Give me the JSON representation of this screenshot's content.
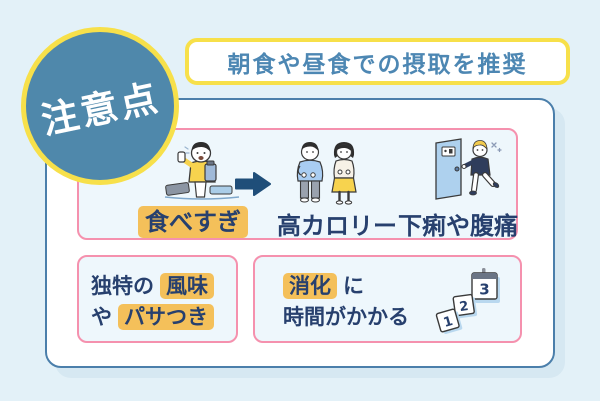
{
  "colors": {
    "background": "#e3f1f8",
    "panel_bg": "#ffffff",
    "panel_border": "#4b7fab",
    "panel_shadow": "#d6e8f2",
    "yellow": "#f7e04a",
    "circle_bg": "#4f88ab",
    "header_text": "#4d87b3",
    "pink_border": "#f591ae",
    "box_bg": "#eef7fc",
    "highlight": "#f4c05a",
    "navy": "#27406e",
    "arrow": "#1f4e79"
  },
  "badge": {
    "label": "注意点"
  },
  "header": {
    "title": "朝食や昼食での摂取を推奨"
  },
  "flow_box": {
    "cause_label": "食べすぎ",
    "effect1_label": "高カロリー",
    "effect2_label": "下痢や腹痛",
    "icons": [
      "eating-person",
      "arrow-right",
      "overweight-couple",
      "toilet-rush"
    ]
  },
  "note_boxes": [
    {
      "line1_prefix": "独特の",
      "line1_highlight": "風味",
      "line2_prefix": "や",
      "line2_highlight": "パサつき"
    },
    {
      "line1_highlight": "消化",
      "line1_suffix": "に",
      "line2": "時間がかかる",
      "icon": "calendar-days",
      "calendar_numbers": [
        "1",
        "2",
        "3"
      ]
    }
  ]
}
